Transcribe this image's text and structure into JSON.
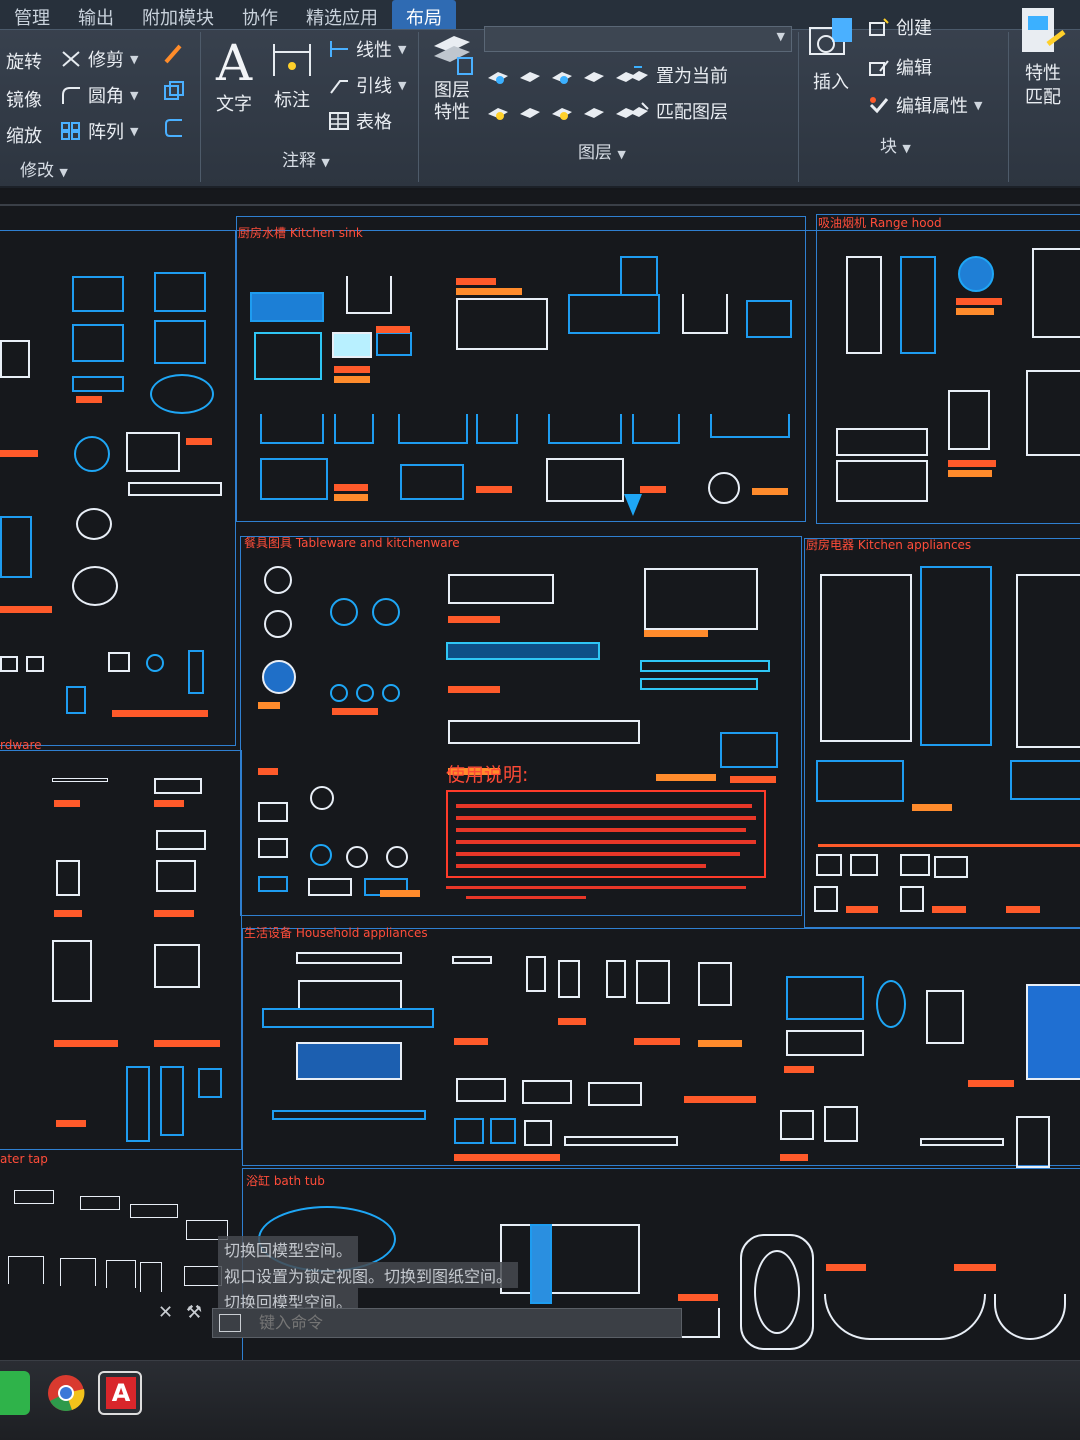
{
  "ribbon": {
    "tabs": [
      "管理",
      "输出",
      "附加模块",
      "协作",
      "精选应用",
      "布局"
    ],
    "active_tab": "布局",
    "modify": {
      "items": [
        "旋转",
        "修剪",
        "镜像",
        "圆角",
        "缩放",
        "阵列"
      ],
      "panel_title": "修改"
    },
    "annotation": {
      "text_label": "文字",
      "dimension_label": "标注",
      "linear_label": "线性",
      "leader_label": "引线",
      "table_label": "表格",
      "panel_title": "注释"
    },
    "layers": {
      "layer_props_label": "图层\n特性",
      "set_current_label": "置为当前",
      "match_layer_label": "匹配图层",
      "panel_title": "图层"
    },
    "block": {
      "insert_label": "插入",
      "create_label": "创建",
      "edit_label": "编辑",
      "edit_attr_label": "编辑属性",
      "panel_title": "块"
    },
    "properties": {
      "match_label": "特性\n匹配"
    }
  },
  "drawing": {
    "sections": {
      "kitchen_sink": "厨房水槽 Kitchen sink",
      "range_hood": "吸油烟机 Range hood",
      "tableware": "餐具图具 Tableware and kitchenware",
      "kitchen_appliances": "厨房电器 Kitchen appliances",
      "household": "生活设备 Household appliances",
      "bathtub": "浴缸 bath tub",
      "hardware": "rdware",
      "water_tap": "ater tap"
    },
    "notes_title": "使用说明:"
  },
  "command": {
    "history": [
      "切换回模型空间。",
      "视口设置为锁定视图。切换到图纸空间。",
      "切换回模型空间。"
    ],
    "placeholder": "键入命令"
  },
  "taskbar": {
    "apps": [
      "wechat-icon",
      "chrome-icon",
      "autocad-icon"
    ],
    "autocad_letter": "A"
  },
  "colors": {
    "accent": "#2f6bb3",
    "block_blue": "#1e9cf0",
    "label_red": "#ff5a2a",
    "section_title": "#ff4d3a"
  }
}
